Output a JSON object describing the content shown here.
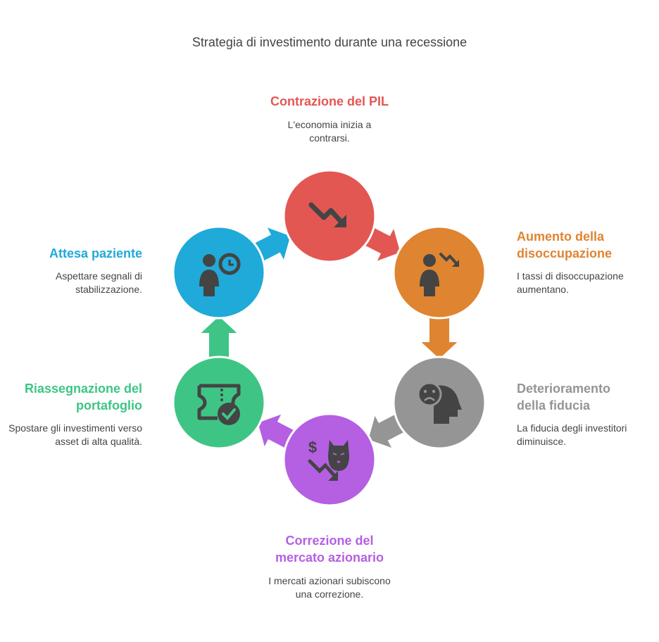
{
  "title": "Strategia di investimento durante una recessione",
  "steps": [
    {
      "title": "Contrazione del PIL",
      "desc": "L'economia inizia a contrarsi.",
      "color": "#E35753",
      "icon": "trend-down-icon"
    },
    {
      "title": "Aumento della disoccupazione",
      "desc": "I tassi di disoccupazione aumentano.",
      "color": "#DF8430",
      "icon": "worker-trend-down-icon"
    },
    {
      "title": "Deterioramento della fiducia",
      "desc": "La fiducia degli investitori diminuisce.",
      "color": "#959595",
      "icon": "sad-head-icon"
    },
    {
      "title": "Correzione del mercato azionario",
      "desc": "I mercati azionari subiscono una correzione.",
      "color": "#B55FE3",
      "icon": "bear-market-icon"
    },
    {
      "title": "Riassegnazione del portafoglio",
      "desc": "Spostare gli investimenti verso asset di alta qualità.",
      "color": "#3EC585",
      "icon": "ticket-check-icon"
    },
    {
      "title": "Attesa paziente",
      "desc": "Aspettare segnali di stabilizzazione.",
      "color": "#1FAAD9",
      "icon": "worker-clock-icon"
    }
  ]
}
